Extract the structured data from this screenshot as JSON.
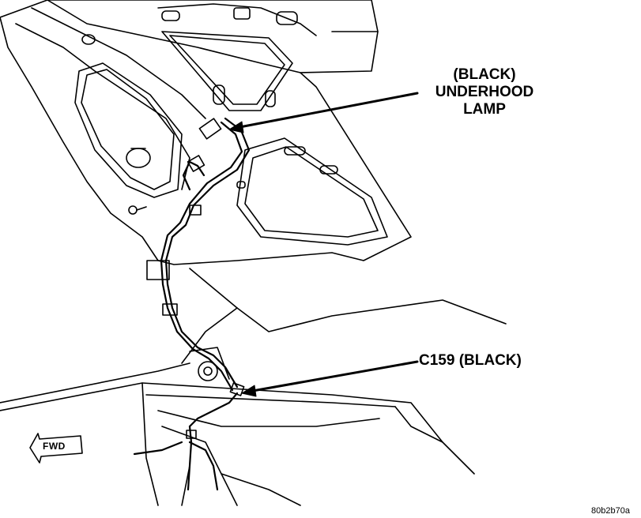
{
  "callouts": {
    "lamp_line1": "(BLACK)",
    "lamp_line2": "UNDERHOOD",
    "lamp_line3": "LAMP",
    "connector": "C159 (BLACK)"
  },
  "direction_label": "FWD",
  "figure_id": "80b2b70a",
  "colors": {
    "line": "#000000",
    "background": "#ffffff"
  },
  "icons": [
    "forward-arrow-icon"
  ]
}
